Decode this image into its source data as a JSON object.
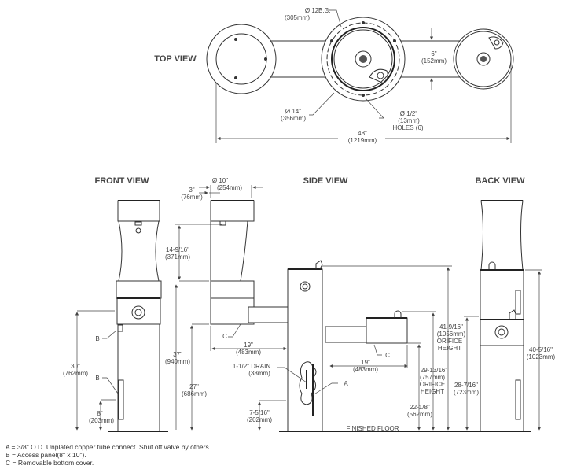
{
  "view_titles": {
    "top": "TOP VIEW",
    "front": "FRONT VIEW",
    "side": "SIDE VIEW",
    "back": "BACK VIEW"
  },
  "top_view": {
    "bolt_circle": {
      "in": "Ø 12\"",
      "mm": "(305mm)",
      "suffix": "B.C."
    },
    "depth": {
      "in": "6\"",
      "mm": "(152mm)"
    },
    "flange": {
      "in": "Ø 14\"",
      "mm": "(356mm)"
    },
    "holes": {
      "in": "Ø 1/2\"",
      "mm": "(13mm)",
      "suffix": "HOLES (6)"
    },
    "overall_width": {
      "in": "48\"",
      "mm": "(1219mm)"
    }
  },
  "side_view": {
    "basin_diameter": {
      "in": "Ø 10\"",
      "mm": "(254mm)"
    },
    "spout_offset": {
      "in": "3\"",
      "mm": "(76mm)"
    },
    "filler_height": {
      "in": "14-9/16\"",
      "mm": "(371mm)"
    },
    "height_37": {
      "in": "37\"",
      "mm": "(940mm)"
    },
    "height_27": {
      "in": "27\"",
      "mm": "(686mm)"
    },
    "projection_left": {
      "in": "19\"",
      "mm": "(483mm)"
    },
    "projection_right": {
      "in": "19\"",
      "mm": "(483mm)"
    },
    "drain": {
      "in": "1-1/2\" DRAIN",
      "mm": "(38mm)"
    },
    "drain_height": {
      "in": "7-5/16\"",
      "mm": "(202mm)"
    },
    "orifice_high": {
      "in": "41-9/16\"",
      "mm": "(1056mm)",
      "l1": "ORIFICE",
      "l2": "HEIGHT"
    },
    "orifice_low": {
      "in": "29-13/16\"",
      "mm": "(757mm)",
      "l1": "ORIFICE",
      "l2": "HEIGHT"
    },
    "bowl_bottom": {
      "in": "22-1/8\"",
      "mm": "(562mm)"
    },
    "floor_label": "FINISHED FLOOR",
    "callout_a": "A",
    "callout_c": "C"
  },
  "front_view": {
    "height_30": {
      "in": "30\"",
      "mm": "(762mm)"
    },
    "height_8": {
      "in": "8\"",
      "mm": "(203mm)"
    },
    "callout_b": "B"
  },
  "back_view": {
    "height_28": {
      "in": "28-7/16\"",
      "mm": "(723mm)"
    },
    "height_40": {
      "in": "40-5/16\"",
      "mm": "(1023mm)"
    }
  },
  "notes": [
    "A = 3/8\" O.D. Unplated copper tube connect. Shut off valve by others.",
    "B = Access panel(8\" x 10\").",
    "C = Removable bottom cover."
  ]
}
